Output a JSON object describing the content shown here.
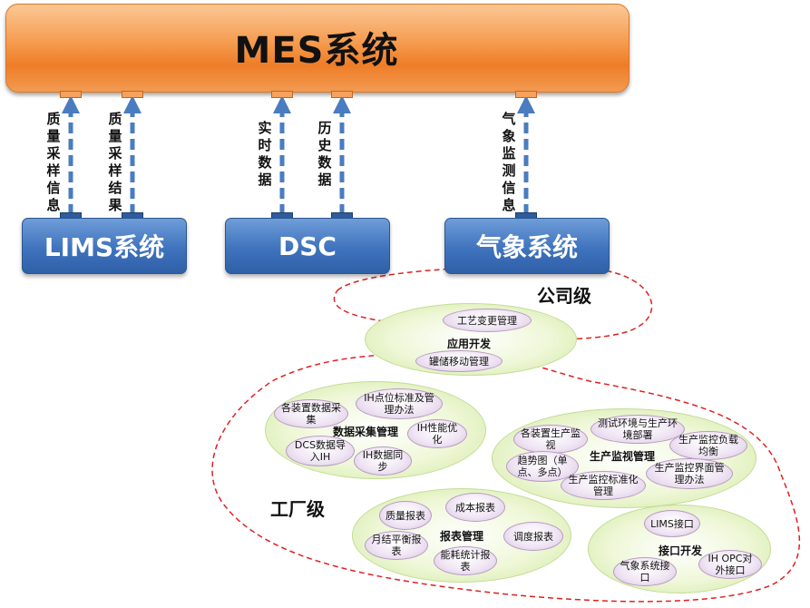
{
  "mes": {
    "title": "MES系统"
  },
  "systems": [
    {
      "label": "LIMS系统"
    },
    {
      "label": "DSC"
    },
    {
      "label": "气象系统"
    }
  ],
  "flows": [
    {
      "label": "质量采样信息"
    },
    {
      "label": "质量采样结果"
    },
    {
      "label": "实时数据"
    },
    {
      "label": "历史数据"
    },
    {
      "label": "气象监测信息"
    }
  ],
  "levels": {
    "company": "公司级",
    "factory": "工厂级"
  },
  "groups": {
    "app_dev": {
      "label": "应用开发",
      "items": [
        "工艺变更管理",
        "罐储移动管理"
      ]
    },
    "data_collection": {
      "label": "数据采集管理",
      "items": [
        "各装置数据采集",
        "IH点位标准及管理办法",
        "IH性能优化",
        "DCS数据导入IH",
        "IH数据同步"
      ]
    },
    "production_monitoring": {
      "label": "生产监视管理",
      "items": [
        "各装置生产监视",
        "测试环境与生产环境部署",
        "生产监控负载均衡",
        "趋势图（单点、多点）",
        "生产监控标准化管理",
        "生产监控界面管理办法"
      ]
    },
    "reports": {
      "label": "报表管理",
      "items": [
        "质量报表",
        "成本报表",
        "月结平衡报表",
        "调度报表",
        "能耗统计报表"
      ]
    },
    "interface_dev": {
      "label": "接口开发",
      "items": [
        "LIMS接口",
        "气象系统接口",
        "IH OPC对外接口"
      ]
    }
  },
  "colors": {
    "mes_orange": "#ee7d27",
    "system_blue": "#3f73bd",
    "arrow_blue": "#4a7cc0",
    "dashed_red": "#e02020",
    "group_green": "#cfe8a0",
    "item_purple": "#d8c4e0"
  }
}
